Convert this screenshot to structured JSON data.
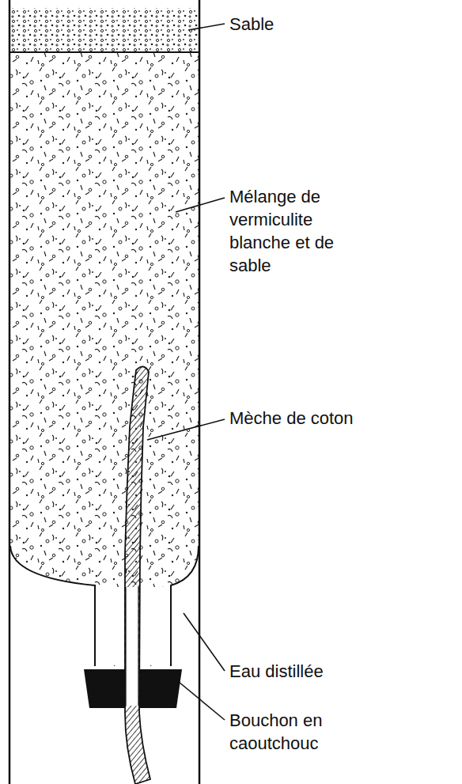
{
  "diagram": {
    "labels": [
      "Sable",
      "Mélange de vermiculite blanche et de sable",
      "Mèche de coton",
      "Eau distillée",
      "Bouchon en caoutchouc"
    ]
  }
}
